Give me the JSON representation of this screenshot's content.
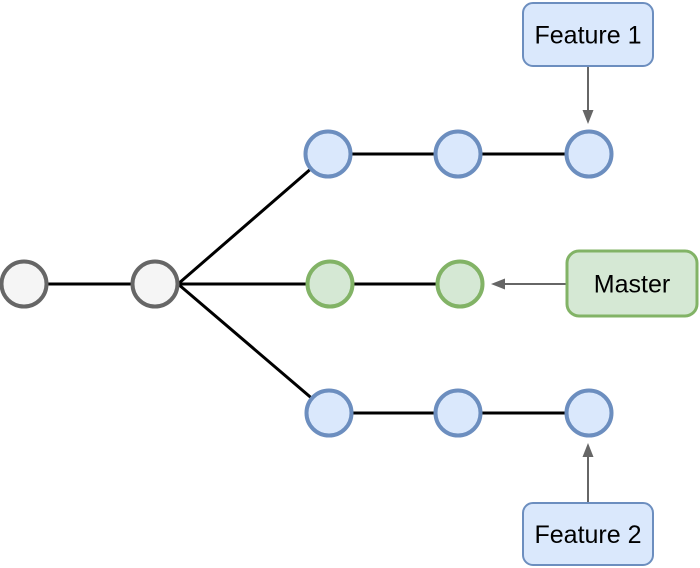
{
  "diagram": {
    "type": "git-branching-diagram",
    "background": "#FFFFFF",
    "labels": {
      "feature1": "Feature 1",
      "master": "Master",
      "feature2": "Feature 2"
    },
    "colors": {
      "blue_fill": "#DAE8FC",
      "blue_stroke": "#6C8EBF",
      "green_fill": "#D5E8D4",
      "green_stroke": "#82B366",
      "gray_fill": "#F5F5F5",
      "gray_stroke": "#666666",
      "line": "#000000",
      "arrow": "#666666",
      "label_text": "#000000"
    },
    "structure": {
      "trunk_commits": 2,
      "branch_point_after_commit": 2,
      "branches": [
        {
          "name": "Feature 1",
          "commits": 3,
          "node_color": "blue",
          "label_position": "top-right",
          "label_points_to": "last-commit"
        },
        {
          "name": "Master",
          "commits": 2,
          "node_color": "green",
          "label_position": "middle-right",
          "label_points_to": "last-commit"
        },
        {
          "name": "Feature 2",
          "commits": 3,
          "node_color": "blue",
          "label_position": "bottom-right",
          "label_points_to": "last-commit"
        }
      ]
    }
  }
}
